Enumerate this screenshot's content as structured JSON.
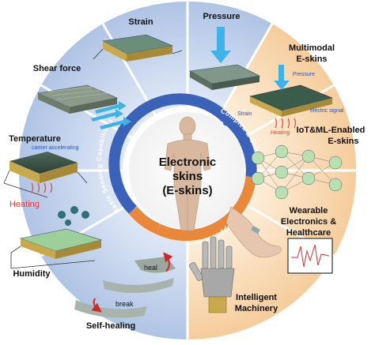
{
  "center": {
    "title_line1": "Electronic",
    "title_line2": "skins",
    "title_line3": "(E-skins)"
  },
  "ring": {
    "basic": "Basic Sensing Capabilities",
    "complex": "Complex E-Skins",
    "applications": "Applications"
  },
  "sectors": {
    "strain": "Strain",
    "pressure": "Pressure",
    "shear": "Shear force",
    "multimodal_line1": "Multimodal",
    "multimodal_line2": "E-skins",
    "temperature": "Temperature",
    "iot_line1": "IoT&ML-Enabled",
    "iot_line2": "E-skins",
    "humidity": "Humidity",
    "wearable_line1": "Wearable",
    "wearable_line2": "Electronics &",
    "wearable_line3": "Healthcare",
    "selfhealing": "Self-healing",
    "intelligent_line1": "Intelligent",
    "intelligent_line2": "Machinery"
  },
  "annotations": {
    "carrier": "carrier accelerating",
    "heating_big": "Heating",
    "pressure_small": "Pressure",
    "strain_small": "Strain",
    "electric_signal": "electric signal",
    "heating_small": "Heating",
    "heal": "heal",
    "break": "break"
  },
  "colors": {
    "blue_sector": "#c7d6ee",
    "blue_sector_dark": "#b3c6e6",
    "orange_sector": "#fbe5c6",
    "orange_sector_dark": "#f6d2a6",
    "ring_blue": "#3a62b8",
    "ring_orange": "#e9873a",
    "arrow_blue": "#3fb3e8",
    "heat_red": "#e8463e"
  }
}
